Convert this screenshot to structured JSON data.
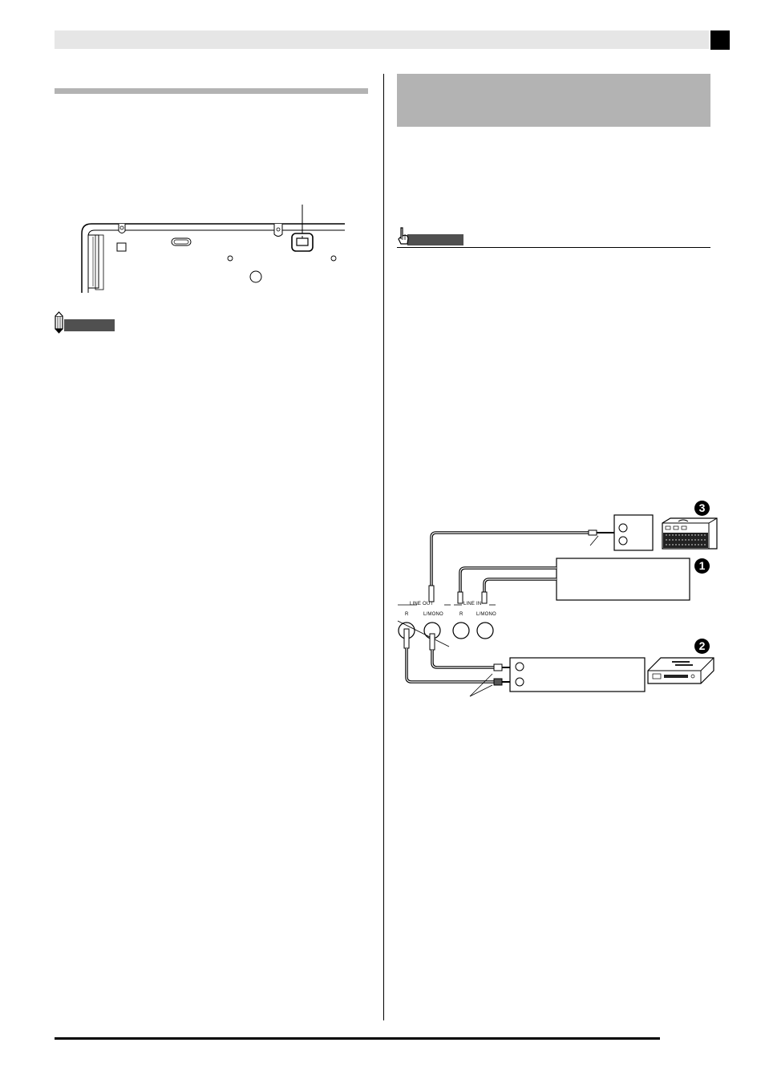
{
  "diagram": {
    "jack_labels": {
      "line_out": "LINE OUT",
      "line_in": "LINE IN",
      "r_out": "R",
      "l_mono_out": "L/MONO",
      "r_in": "R",
      "l_mono_in": "L/MONO"
    },
    "callouts": [
      "1",
      "2",
      "3"
    ]
  }
}
